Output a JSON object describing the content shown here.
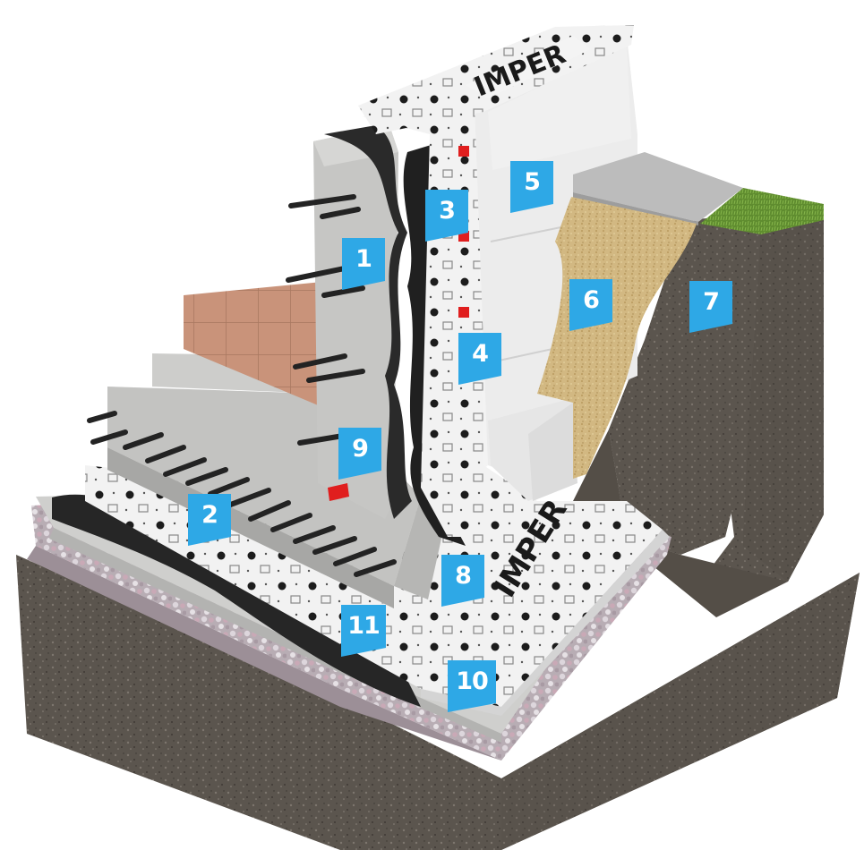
{
  "brand": {
    "logo_text": "IMPER",
    "logo_text_floor": "IMPER"
  },
  "colors": {
    "callout": "#2ea8e6",
    "concrete": "#c9c9c7",
    "concrete_dark": "#a9a9a7",
    "membrane": "#2b2b2b",
    "sheet": "#eeeeee",
    "insulation": "#e9e9e9",
    "sand": "#cfb47e",
    "soil": "#5d564f",
    "gravel": "#c9bfc6",
    "grass": "#6e9a3a",
    "tiles": "#c99379",
    "rebar": "#2a2a2a",
    "spacer": "#e02020"
  },
  "callouts": [
    {
      "id": "1",
      "text": "1"
    },
    {
      "id": "2",
      "text": "2"
    },
    {
      "id": "3",
      "text": "3"
    },
    {
      "id": "4",
      "text": "4"
    },
    {
      "id": "5",
      "text": "5"
    },
    {
      "id": "6",
      "text": "6"
    },
    {
      "id": "7",
      "text": "7"
    },
    {
      "id": "8",
      "text": "8"
    },
    {
      "id": "9",
      "text": "9"
    },
    {
      "id": "10",
      "text": "10"
    },
    {
      "id": "11",
      "text": "11"
    }
  ]
}
